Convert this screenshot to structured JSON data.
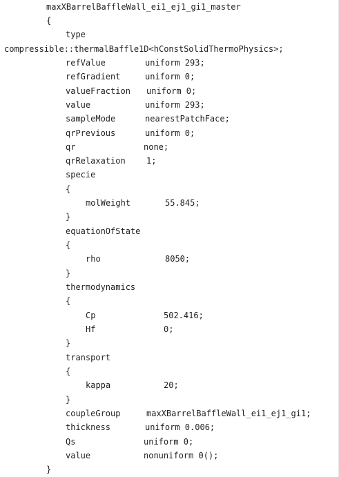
{
  "lines": [
    {
      "text": "maxXBarrelBaffleWall_ei1_ej1_gi1_master"
    },
    {
      "text": "{"
    },
    {
      "text": "type"
    },
    {
      "text": "compressible::thermalBaffle1D<hConstSolidThermoPhysics>;"
    },
    {
      "key": "refValue",
      "val": "uniform 293;"
    },
    {
      "key": "refGradient",
      "val": "uniform 0;"
    },
    {
      "key": "valueFraction",
      "val": "uniform 0;"
    },
    {
      "key": "value",
      "val": "uniform 293;"
    },
    {
      "key": "sampleMode",
      "val": "nearestPatchFace;"
    },
    {
      "key": "qrPrevious",
      "val": "uniform 0;"
    },
    {
      "key": "qr",
      "val": "none;"
    },
    {
      "key": "qrRelaxation",
      "val": "1;"
    },
    {
      "text": "specie"
    },
    {
      "text": "{"
    },
    {
      "key": "molWeight",
      "val": "55.845;"
    },
    {
      "text": "}"
    },
    {
      "text": "equationOfState"
    },
    {
      "text": "{"
    },
    {
      "key": "rho",
      "val": "8050;"
    },
    {
      "text": "}"
    },
    {
      "text": "thermodynamics"
    },
    {
      "text": "{"
    },
    {
      "key": "Cp",
      "val": "502.416;"
    },
    {
      "key": "Hf",
      "val": "0;"
    },
    {
      "text": "}"
    },
    {
      "text": "transport"
    },
    {
      "text": "{"
    },
    {
      "key": "kappa",
      "val": "20;"
    },
    {
      "text": "}"
    },
    {
      "key": "coupleGroup",
      "val": "maxXBarrelBaffleWall_ei1_ej1_gi1;"
    },
    {
      "key": "thickness",
      "val": "uniform 0.006;"
    },
    {
      "key": "Qs",
      "val": "uniform 0;"
    },
    {
      "key": "value",
      "val": "nonuniform 0();"
    },
    {
      "text": "}"
    }
  ]
}
